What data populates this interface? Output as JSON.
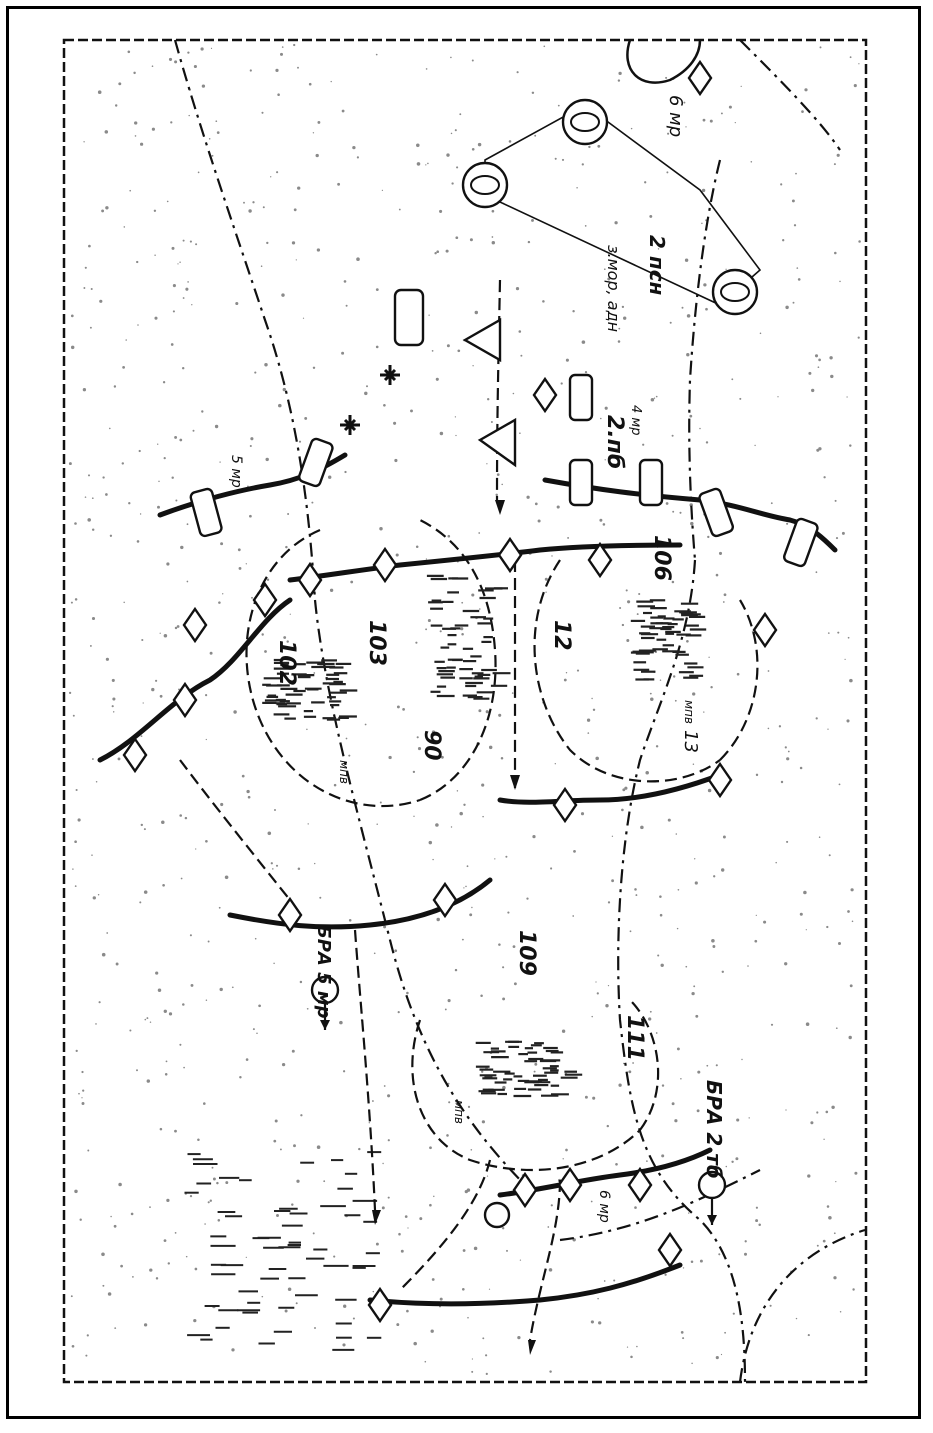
{
  "title": "",
  "labels": {
    "unit_5mp_top": "5 мр",
    "unit_2pb": "2.пб",
    "unit_2pb_extra": "з.мор, адн",
    "unit_4mp": "4 мр",
    "unit_2psn": "2 псн",
    "unit_6mp_top": "6 мр",
    "height_102": "102",
    "height_103": "103",
    "height_90": "90",
    "height_106": "106",
    "height_12": "12",
    "height_13": "13",
    "height_109": "109",
    "height_111": "111",
    "mpb_1": "мпв",
    "mpb_2": "мпв",
    "mpb_3": "мпв",
    "bra_5mp": "БРА 5 мр",
    "bra_2tb": "БРА 2 тб",
    "unit_6mp_bottom": "6 мр"
  },
  "colors": {
    "ink": "#111111",
    "paper": "#ffffff",
    "speckle": "#8a8a8a"
  }
}
